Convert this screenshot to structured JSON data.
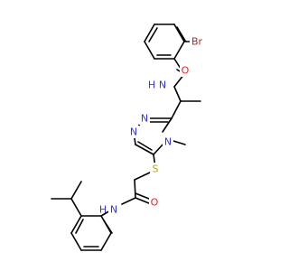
{
  "molecule": {
    "colors": {
      "carbon_bond": "#000000",
      "nitrogen": "#3333ee",
      "oxygen": "#ee2222",
      "sulfur": "#b8a400",
      "bromine": "#a52a2a"
    },
    "labels": {
      "br": "Br",
      "o_amide_top": "O",
      "nh_top": "N",
      "h_top": "H",
      "n_ring_1": "N",
      "n_ring_2": "N",
      "n_ring_4": "N",
      "n_methyl": "N",
      "s_thio": "S",
      "o_amide_bottom": "O",
      "nh_bottom": "N",
      "h_bottom": "H"
    }
  }
}
